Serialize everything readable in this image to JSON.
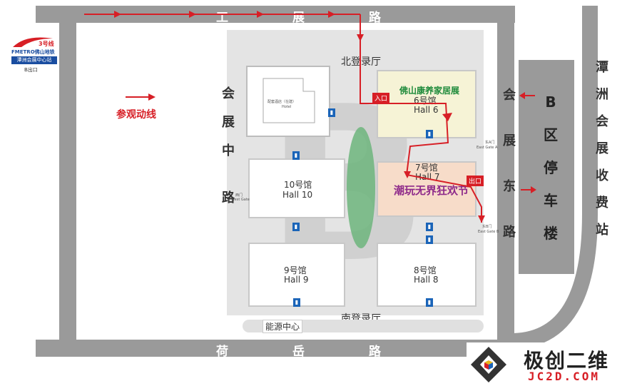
{
  "roads": {
    "north": [
      "工",
      "展",
      "路"
    ],
    "south": [
      "荷",
      "岳",
      "路"
    ],
    "west": [
      "会",
      "展",
      "中",
      "路"
    ],
    "east": [
      "会",
      "展",
      "东",
      "路"
    ],
    "far_east": [
      "潭",
      "洲",
      "会",
      "展",
      "收",
      "费",
      "站"
    ]
  },
  "metro": {
    "line": "3号线",
    "brand": "FMETRO佛山地铁",
    "station": "潭洲会展中心站",
    "exit": "B出口"
  },
  "legend": {
    "label": "参观动线"
  },
  "lobbies": {
    "north": "北登录厅",
    "south": "南登录厅"
  },
  "hotel": {
    "name": "配套酒店（在建）",
    "en": "Hotel"
  },
  "halls": {
    "h6": {
      "cn": "6号馆",
      "en": "Hall 6",
      "event": "佛山康养家居展"
    },
    "h7": {
      "cn": "7号馆",
      "en": "Hall 7",
      "event": "潮玩无界狂欢节"
    },
    "h8": {
      "cn": "8号馆",
      "en": "Hall 8"
    },
    "h9": {
      "cn": "9号馆",
      "en": "Hall 9"
    },
    "h10": {
      "cn": "10号馆",
      "en": "Hall 10"
    }
  },
  "tags": {
    "entrance": "入口",
    "exit": "出口"
  },
  "gates": {
    "west_cn": "西门",
    "west_en": "West Gate",
    "east_a_cn": "东A门",
    "east_a_en": "East Gate A",
    "east_b_cn": "东B门",
    "east_b_en": "East Gate B"
  },
  "parking": [
    "B",
    "区",
    "停",
    "车",
    "楼"
  ],
  "energy": "能源中心",
  "watermark": {
    "cn": "极创二维",
    "en": "JC2D.COM"
  },
  "colors": {
    "route": "#d71f26",
    "road": "#9a9a9a",
    "event_green": "#1d8a3a",
    "event_purple": "#8e2a8a",
    "hall6_fill": "#f6f3d6",
    "hall7_fill": "#f7dcc9",
    "axis_green": "#6db57d"
  }
}
